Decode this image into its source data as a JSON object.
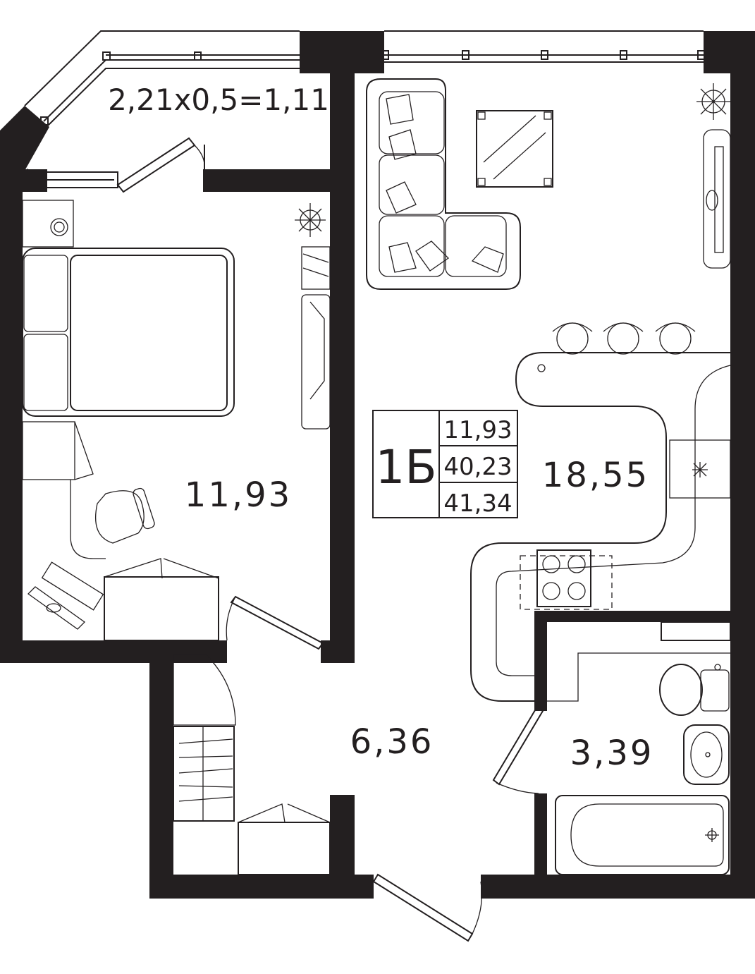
{
  "apartment": {
    "code": "1Б",
    "areas_summary": [
      "11,93",
      "40,23",
      "41,34"
    ]
  },
  "rooms": {
    "bedroom_area": "11,93",
    "living_kitchen_area": "18,55",
    "hall_area": "6,36",
    "bathroom_area": "3,39",
    "balcony_formula": "2,21x0,5=1,11"
  },
  "colors": {
    "wall": "#231f20",
    "background": "#ffffff"
  }
}
